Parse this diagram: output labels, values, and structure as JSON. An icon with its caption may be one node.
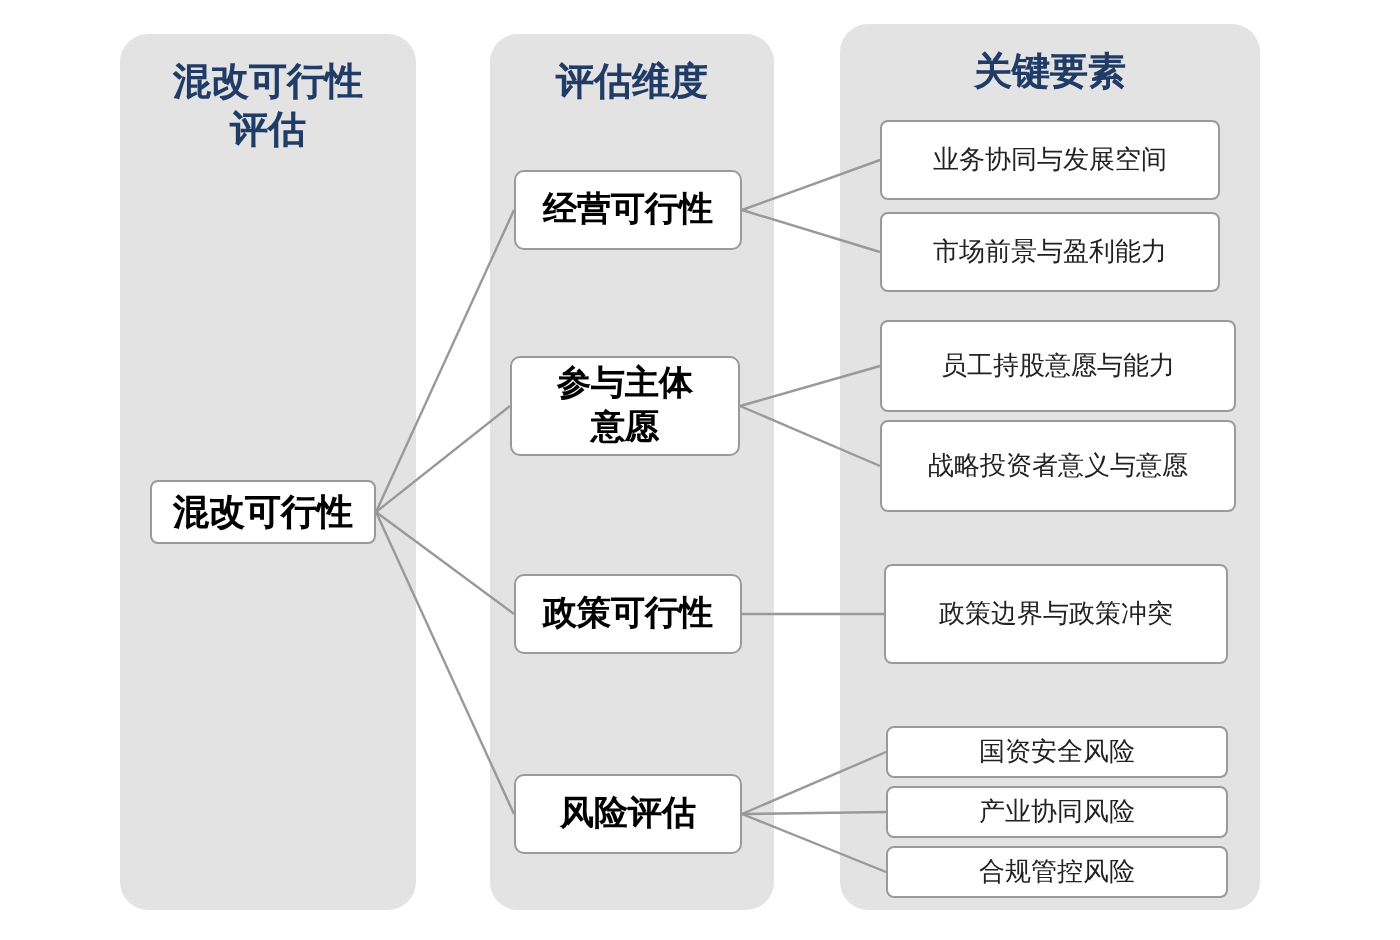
{
  "diagram": {
    "nodes": [
      {
        "text": [
          "混改可行性评估"
        ]
      },
      {
        "text": [
          "评估维度"
        ]
      },
      {
        "text": [
          "关键要素"
        ]
      },
      {
        "text": [
          "混改可行性"
        ],
        "in": 0
      },
      {
        "text": [
          "经营可行性"
        ],
        "in": 1
      },
      {
        "text": [
          "参与主体意愿"
        ],
        "in": 1
      },
      {
        "text": [
          "政策可行性"
        ],
        "in": 1
      },
      {
        "text": [
          "风险评估"
        ],
        "in": 1
      },
      {
        "text": [
          "业务协同与发展空间"
        ],
        "in": 2
      },
      {
        "text": [
          "市场前景与盈利能力"
        ],
        "in": 2
      },
      {
        "text": [
          "员工持股意愿与能力"
        ],
        "in": 2
      },
      {
        "text": [
          "战略投资者意义与意愿"
        ],
        "in": 2
      },
      {
        "text": [
          "政策边界与政策冲突"
        ],
        "in": 2
      },
      {
        "text": [
          "国资安全风险"
        ],
        "in": 2
      },
      {
        "text": [
          "产业协同风险"
        ],
        "in": 2
      },
      {
        "text": [
          "合规管控风险"
        ],
        "in": 2
      }
    ],
    "edges": [
      {
        "from": 3,
        "to": 4,
        "arrow": "none"
      },
      {
        "from": 3,
        "to": 5,
        "arrow": "none"
      },
      {
        "from": 3,
        "to": 6,
        "arrow": "none"
      },
      {
        "from": 3,
        "to": 7,
        "arrow": "none"
      },
      {
        "from": 4,
        "to": 8,
        "arrow": "none"
      },
      {
        "from": 4,
        "to": 9,
        "arrow": "none"
      },
      {
        "from": 5,
        "to": 10,
        "arrow": "none"
      },
      {
        "from": 5,
        "to": 11,
        "arrow": "none"
      },
      {
        "from": 6,
        "to": 12,
        "arrow": "none"
      },
      {
        "from": 7,
        "to": 13,
        "arrow": "none"
      },
      {
        "from": 7,
        "to": 14,
        "arrow": "none"
      },
      {
        "from": 7,
        "to": 15,
        "arrow": "none"
      }
    ]
  }
}
